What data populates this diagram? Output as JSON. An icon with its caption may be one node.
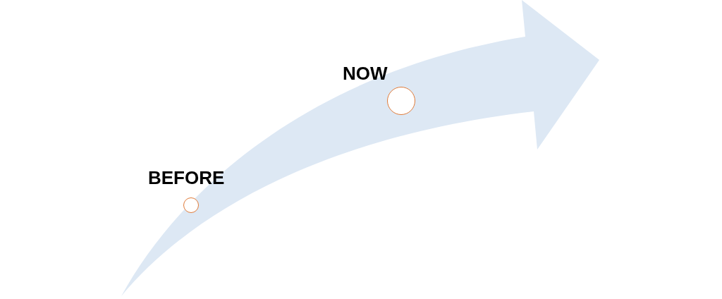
{
  "diagram": {
    "nodes": [
      {
        "text": [],
        "shape": "circle",
        "beside": [
          "BEFORE"
        ]
      },
      {
        "text": [],
        "shape": "circle",
        "beside": [
          "NOW"
        ]
      }
    ]
  }
}
